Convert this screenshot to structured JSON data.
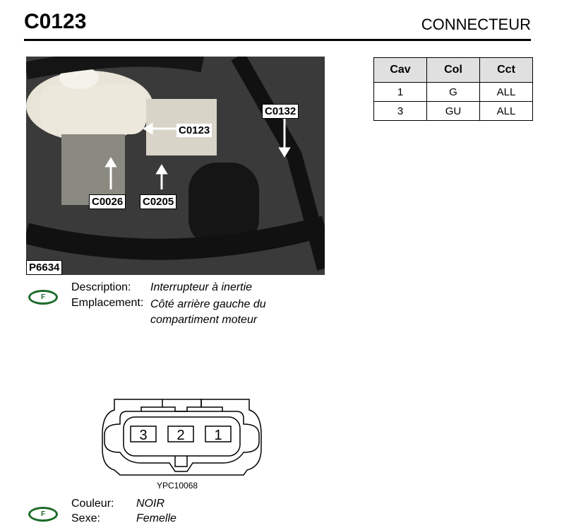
{
  "header": {
    "code": "C0123",
    "type": "CONNECTEUR"
  },
  "photo": {
    "id": "P6634",
    "labels": {
      "c0132": "C0132",
      "c0123": "C0123",
      "c0026": "C0026",
      "c0205": "C0205"
    }
  },
  "table": {
    "headers": [
      "Cav",
      "Col",
      "Cct"
    ],
    "rows": [
      [
        "1",
        "G",
        "ALL"
      ],
      [
        "3",
        "GU",
        "ALL"
      ]
    ]
  },
  "info": {
    "lang_badge": "F",
    "description_label": "Description:",
    "description": "Interrupteur à inertie",
    "location_label": "Emplacement:",
    "location": "Côté arrière gauche du compartiment moteur"
  },
  "connector": {
    "pins": [
      "3",
      "2",
      "1"
    ],
    "ref": "YPC10068"
  },
  "info2": {
    "lang_badge": "F",
    "color_label": "Couleur:",
    "color": "NOIR",
    "sex_label": "Sexe:",
    "sex": "Femelle"
  }
}
